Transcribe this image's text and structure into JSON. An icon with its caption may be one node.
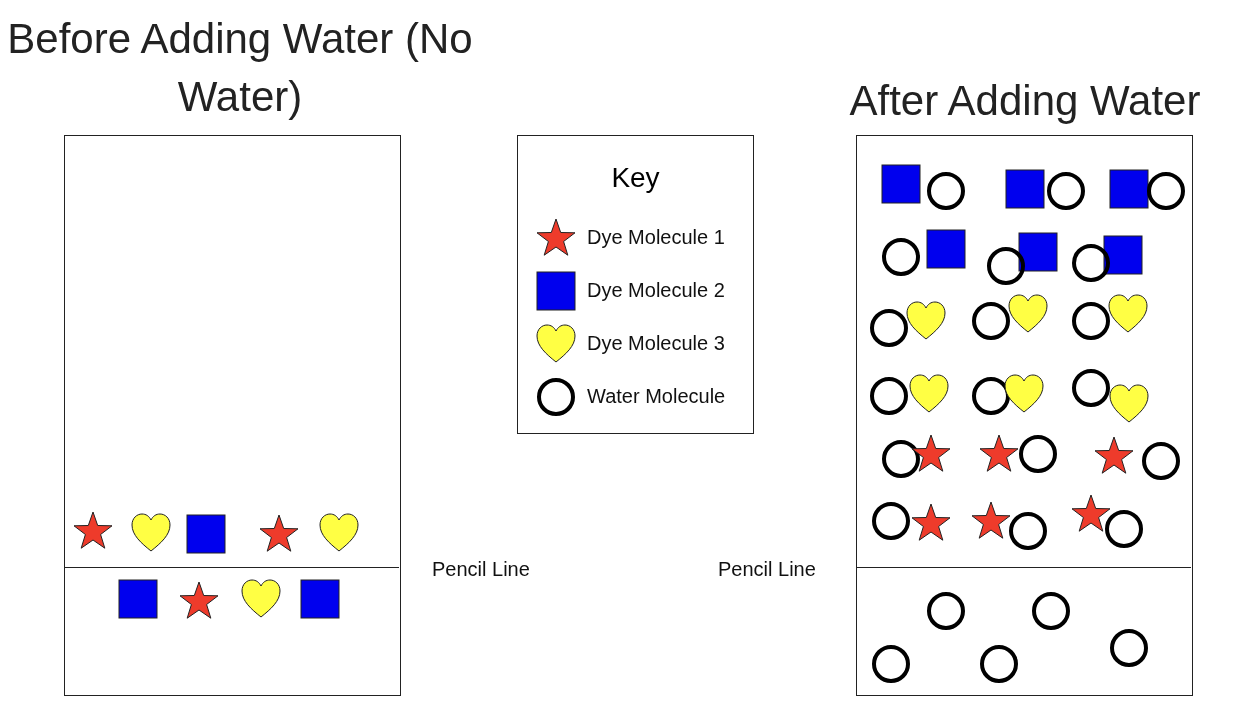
{
  "diagram": {
    "nodes": [
      {
        "text": [
          "Before Adding Water (No Water)"
        ]
      },
      {
        "text": [
          "Key"
        ]
      },
      {
        "text": [
          "After Adding Water"
        ]
      }
    ],
    "labels": [
      "Pencil Line",
      "Pencil Line"
    ],
    "legend": [
      {
        "text": "Dye Molecule 1"
      },
      {
        "text": "Dye Molecule 2"
      },
      {
        "text": "Dye Molecule 3"
      },
      {
        "text": "Water Molecule"
      }
    ]
  }
}
